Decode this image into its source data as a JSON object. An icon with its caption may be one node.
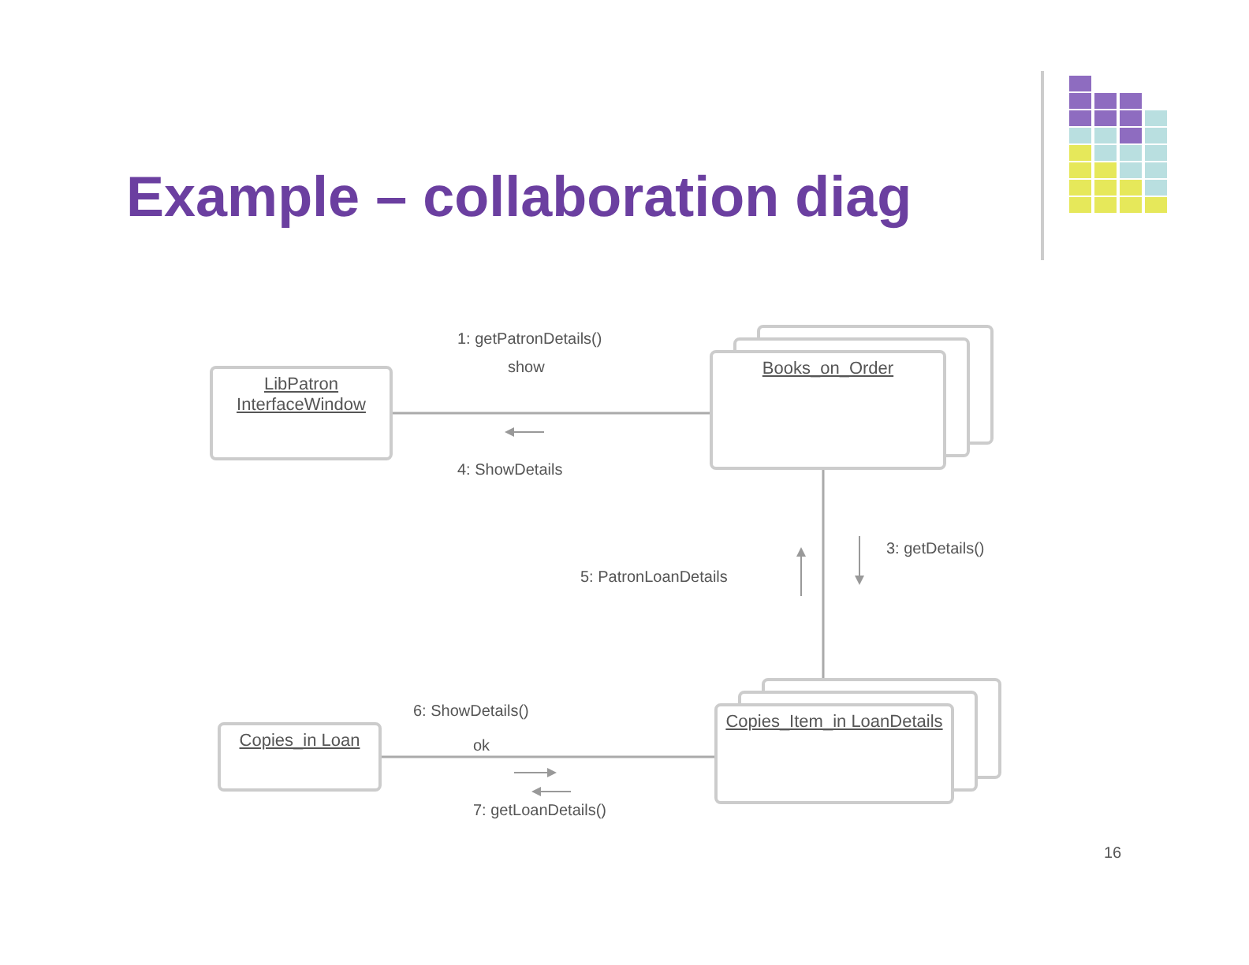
{
  "diagram": {
    "title": "Example – collaboration diag",
    "nodes": [
      {
        "text": [
          "LibPatron InterfaceWindow"
        ]
      },
      {
        "text": [
          "Books_on_Order"
        ]
      },
      {
        "text": [
          "Copies_in Loan"
        ]
      },
      {
        "text": [
          "Copies_Item_in LoanDetails"
        ]
      }
    ],
    "edges": [
      {
        "from": 0,
        "to": 1,
        "arrow": "none"
      },
      {
        "from": 1,
        "to": 3,
        "arrow": "none"
      },
      {
        "from": 2,
        "to": 3,
        "arrow": "none"
      }
    ],
    "labels": [
      "1: getPatronDetails()",
      "show",
      "4: ShowDetails",
      "5: PatronLoanDetails",
      "3: getDetails()",
      "6: ShowDetails()",
      "ok",
      "7: getLoanDetails()",
      "16"
    ]
  }
}
